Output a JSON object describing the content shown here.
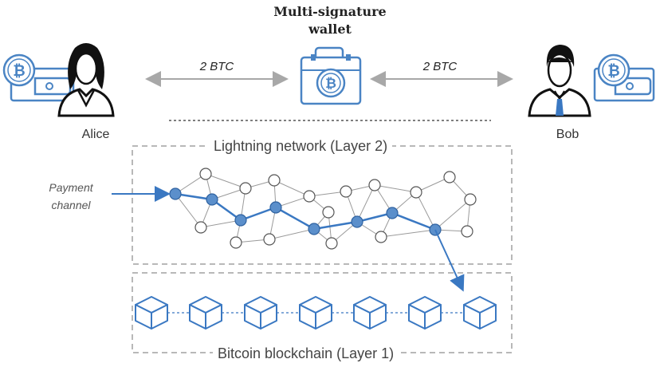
{
  "title": "Multi-signature wallet",
  "title_line1": "Multi-signature",
  "title_line2": "wallet",
  "alice": {
    "name": "Alice"
  },
  "bob": {
    "name": "Bob"
  },
  "channel_left": {
    "amount": "2 BTC"
  },
  "channel_right": {
    "amount": "2 BTC"
  },
  "lightning": {
    "label": "Lightning network (Layer 2)"
  },
  "blockchain": {
    "label": "Bitcoin blockchain (Layer 1)"
  },
  "payment_channel": {
    "line1": "Payment",
    "line2": "channel"
  },
  "colors": {
    "accent_blue": "#3a78c2",
    "node_fill": "#5b8fcb",
    "icon_blue": "#4a84c4",
    "arrow_gray": "#a8a8a8",
    "dashed_border": "#a0a0a0"
  },
  "icons": [
    "bitcoin-wallet-icon",
    "person-icon",
    "bitcoin-briefcase-icon",
    "block-cube-icon"
  ]
}
